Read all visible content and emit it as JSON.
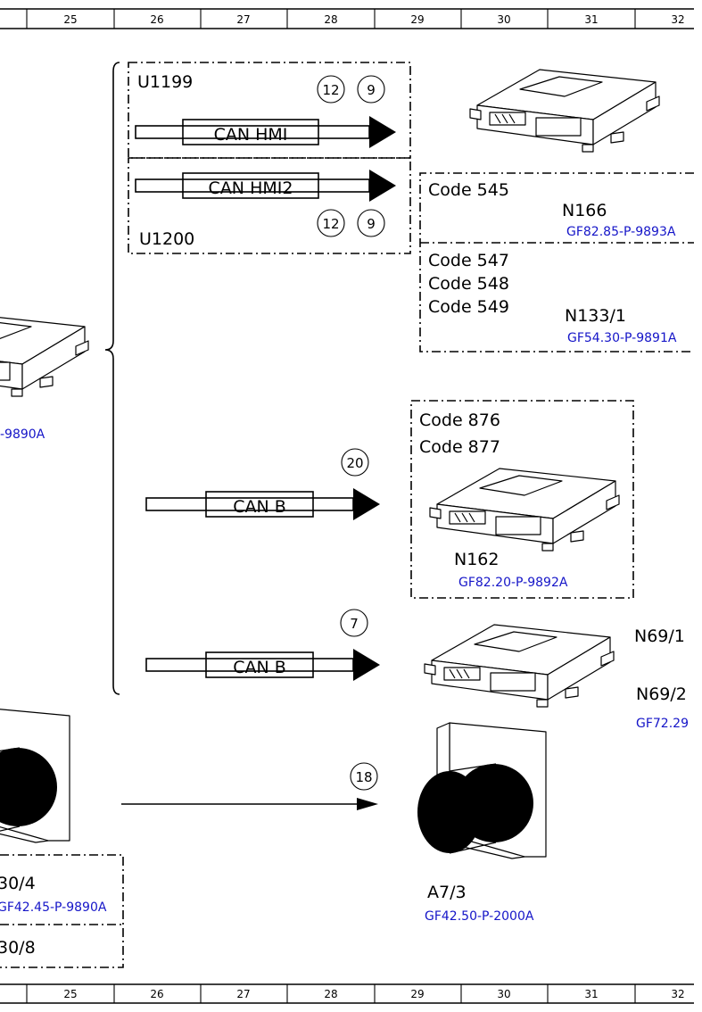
{
  "ruler": {
    "columns": [
      "25",
      "26",
      "27",
      "28",
      "29",
      "30",
      "31",
      "32"
    ]
  },
  "connections": {
    "u1199": {
      "label": "U1199",
      "bus": "CAN HMI",
      "pins": [
        "12",
        "9"
      ]
    },
    "u1200": {
      "label": "U1200",
      "bus": "CAN HMI2",
      "pins": [
        "12",
        "9"
      ]
    },
    "can_b_top": {
      "bus": "CAN B",
      "pin": "20"
    },
    "can_b_bottom": {
      "bus": "CAN B",
      "pin": "7"
    },
    "a7_line": {
      "pin": "18"
    }
  },
  "components": {
    "n166": {
      "codes": [
        "Code 545"
      ],
      "name": "N166",
      "ref": "GF82.85-P-9893A"
    },
    "n133": {
      "codes": [
        "Code 547",
        "Code 548",
        "Code 549"
      ],
      "name": "N133/1",
      "ref": "GF54.30-P-9891A"
    },
    "left_unit": {
      "ref": "-9890A"
    },
    "n162": {
      "codes": [
        "Code 876",
        "Code 877"
      ],
      "name": "N162",
      "ref": "GF82.20-P-9892A"
    },
    "n69": {
      "names": [
        "N69/1",
        "N69/2"
      ],
      "ref": "GF72.29"
    },
    "a7": {
      "name": "A7/3",
      "ref": "GF42.50-P-2000A"
    },
    "left_bottom": {
      "name": "30/4",
      "ref": "GF42.45-P-9890A",
      "name2": "30/8"
    }
  },
  "colors": {
    "link": "#1515c8",
    "line": "#000000"
  },
  "icons": [
    "ecu-module-icon",
    "brake-modulator-icon"
  ]
}
